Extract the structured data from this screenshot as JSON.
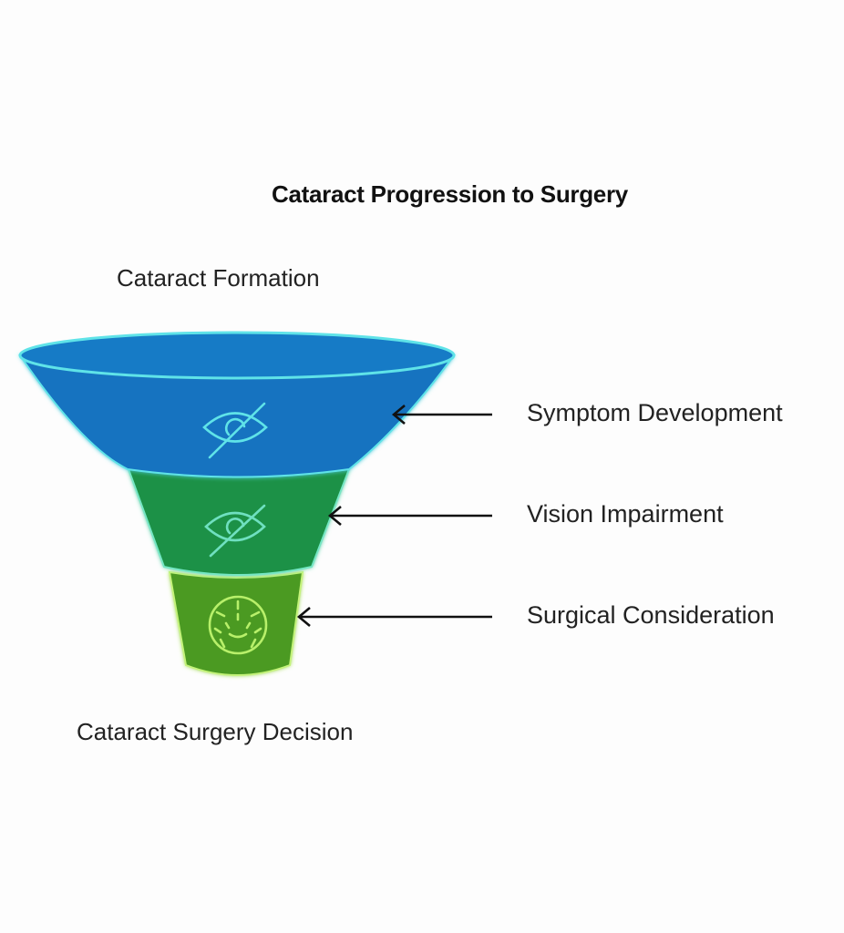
{
  "diagram": {
    "title": "Cataract Progression to Surgery",
    "top_label": "Cataract Formation",
    "bottom_label": "Cataract Surgery Decision",
    "stages": [
      {
        "label": "Symptom Development",
        "icon": "eye-slash-icon",
        "color": "#1473c0",
        "outline": "#5fe3e8"
      },
      {
        "label": "Vision Impairment",
        "icon": "eye-slash-icon",
        "color": "#1d9146",
        "outline": "#6fe0c0"
      },
      {
        "label": "Surgical Consideration",
        "icon": "dashed-face-circle-icon",
        "color": "#4b9a22",
        "outline": "#b8f06a"
      }
    ]
  }
}
